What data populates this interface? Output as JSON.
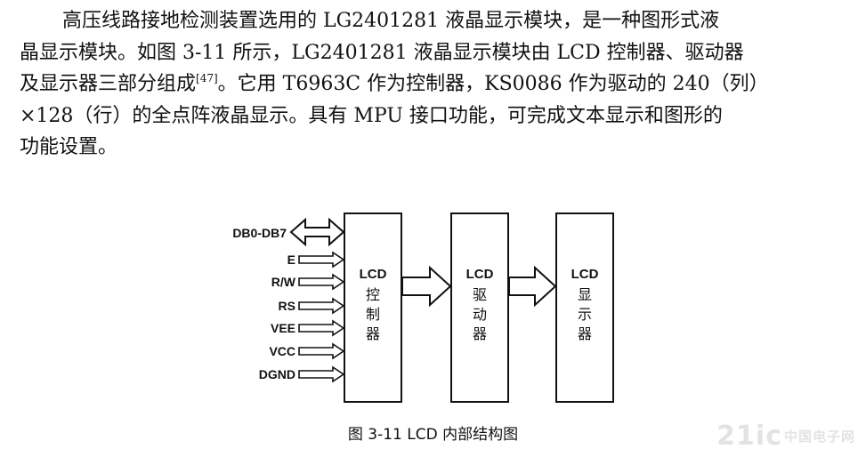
{
  "paragraph": {
    "lines": [
      "高压线路接地检测装置选用的 LG2401281 液晶显示模块，是一种图形式液",
      "晶显示模块。如图 3-11 所示，LG2401281 液晶显示模块由 LCD 控制器、驱动器",
      "及显示器三部分组成",
      "。它用 T6963C 作为控制器，KS0086 作为驱动的 240（列）",
      "×128（行）的全点阵液晶显示。具有 MPU 接口功能，可完成文本显示和图形的",
      "功能设置。"
    ],
    "citation": "[47]"
  },
  "diagram": {
    "pins": [
      "DB0-DB7",
      "E",
      "R/W",
      "RS",
      "VEE",
      "VCC",
      "DGND"
    ],
    "blocks": [
      {
        "title": "LCD",
        "chars": [
          "控",
          "制",
          "器"
        ]
      },
      {
        "title": "LCD",
        "chars": [
          "驱",
          "动",
          "器"
        ]
      },
      {
        "title": "LCD",
        "chars": [
          "显",
          "示",
          "器"
        ]
      }
    ]
  },
  "caption": "图 3-11 LCD 内部结构图",
  "watermark": {
    "main": "21ic",
    "sub": "中国电子网"
  }
}
